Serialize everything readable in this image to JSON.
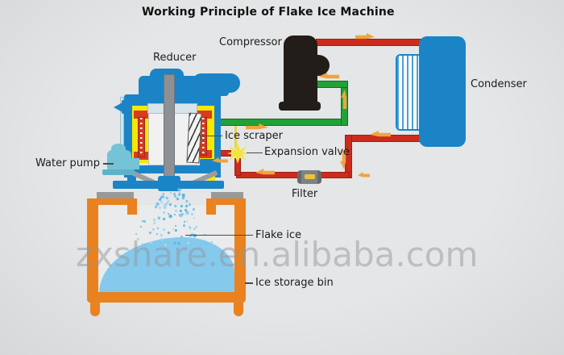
{
  "title": "Working Principle of Flake Ice Machine",
  "watermark": "zxshare.en.alibaba.com",
  "labels": {
    "compressor": "Compressor",
    "reducer": "Reducer",
    "condenser": "Condenser",
    "ice_scraper": "Ice scraper",
    "expansion_valve": "Expansion valve",
    "water_pump": "Water pump",
    "filter": "Filter",
    "flake_ice": "Flake ice",
    "ice_storage_bin": "Ice storage bin"
  },
  "colors": {
    "bg": "#e0e2e3",
    "blue": "#1b84c6",
    "yellow": "#f6e800",
    "red": "#cc2b1d",
    "green": "#21a138",
    "arrow": "#f0a43c",
    "bin": "#e9821f",
    "ice": "#85c9ec",
    "gray": "#97999b",
    "black": "#221d18",
    "teal": "#74c3d6",
    "valve": "#f2e43c",
    "label": "#1c1c1c"
  }
}
